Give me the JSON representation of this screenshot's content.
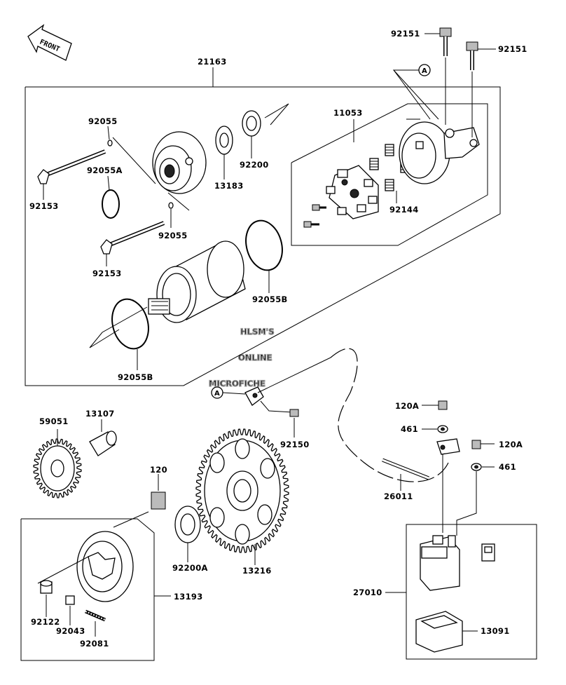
{
  "front_label": "FRONT",
  "callout_letter": "A",
  "watermark": [
    "HLSM'S",
    "ONLINE",
    "MICROFICHE"
  ],
  "labels": {
    "p21163": "21163",
    "p92151_a": "92151",
    "p92151_b": "92151",
    "p92055_top": "92055",
    "p92055A": "92055A",
    "p92153_top": "92153",
    "p92055_mid": "92055",
    "p92153_bot": "92153",
    "p13183": "13183",
    "p92200": "92200",
    "p11053": "11053",
    "p92144": "92144",
    "p92055B_right": "92055B",
    "p92055B_left": "92055B",
    "p92150": "92150",
    "p59051": "59051",
    "p13107": "13107",
    "p120": "120",
    "p92200A": "92200A",
    "p13216": "13216",
    "p13193": "13193",
    "p92122": "92122",
    "p92043": "92043",
    "p92081": "92081",
    "p120A_a": "120A",
    "p461_a": "461",
    "p120A_b": "120A",
    "p461_b": "461",
    "p26011": "26011",
    "p27010": "27010",
    "p13091": "13091"
  }
}
